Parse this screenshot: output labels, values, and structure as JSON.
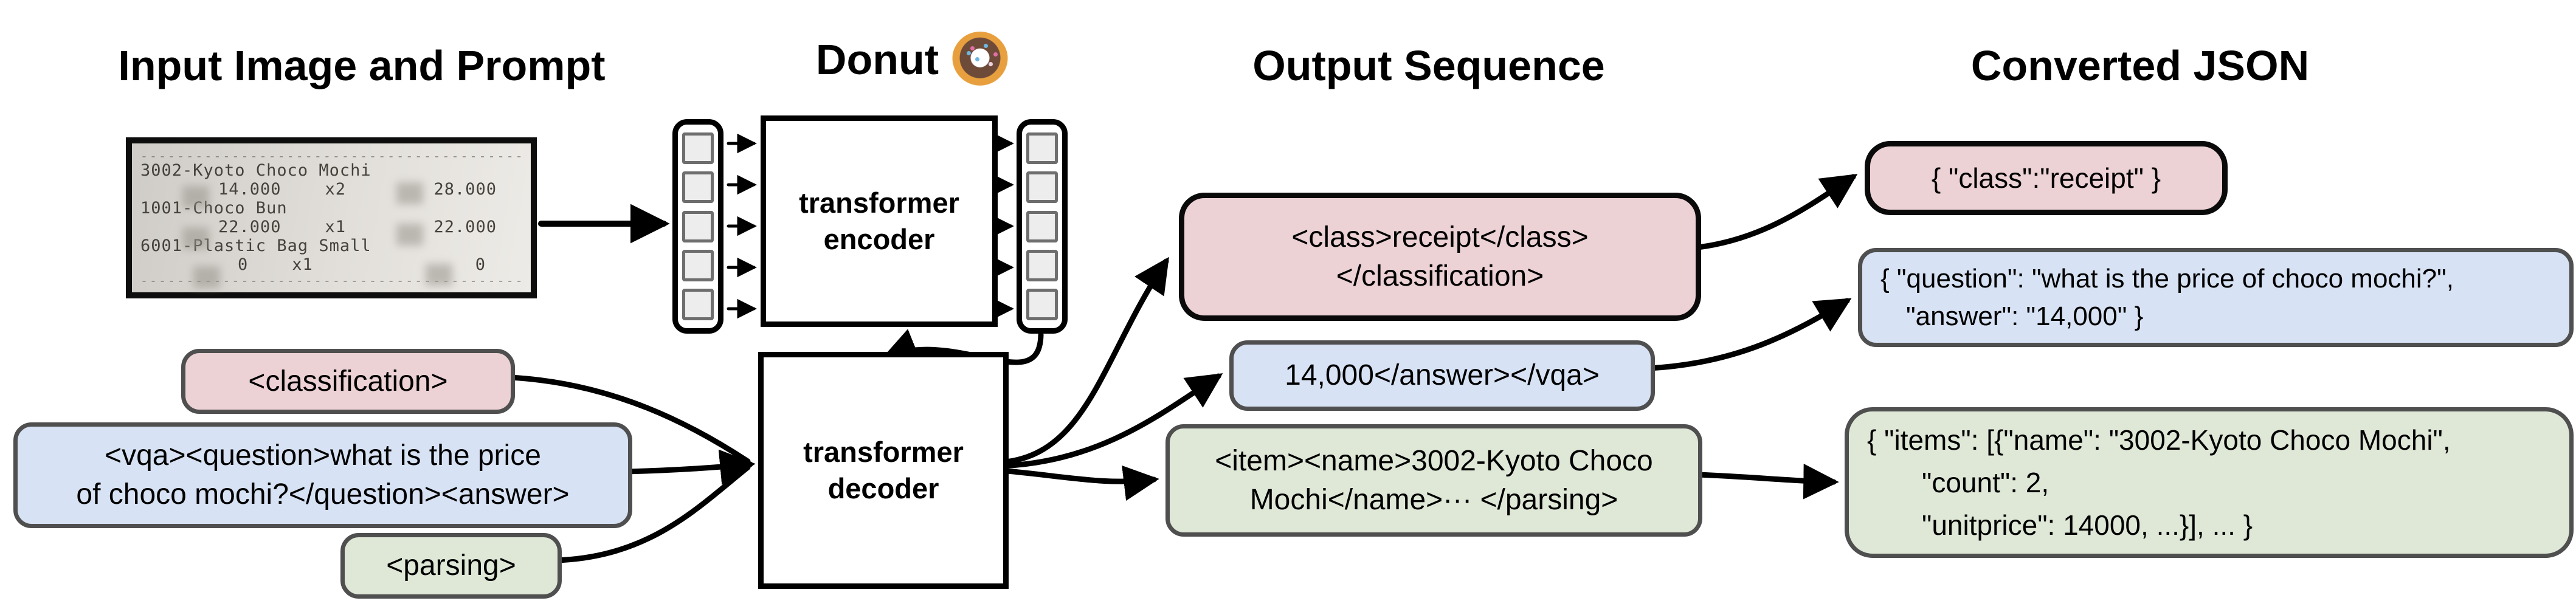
{
  "titles": {
    "input": "Input Image and Prompt",
    "model": "Donut",
    "output": "Output Sequence",
    "json": "Converted JSON"
  },
  "icons": {
    "donut": "🍩"
  },
  "receipt": {
    "divider": "-------------------------------------------------",
    "name1": "3002-Kyoto Choco Mochi",
    "price1": "14.000",
    "qty1": "x2",
    "total1": "28.000",
    "name2": "1001-Choco Bun",
    "price2": "22.000",
    "qty2": "x1",
    "total2": "22.000",
    "name3": "6001-Plastic Bag Small",
    "price3": "0",
    "qty3": "x1",
    "total3": "0"
  },
  "encoder": {
    "line1": "transformer",
    "line2": "encoder"
  },
  "decoder": {
    "line1": "transformer",
    "line2": "decoder"
  },
  "prompts": {
    "classification": "<classification>",
    "vqa_line1": "<vqa><question>what is the price",
    "vqa_line2": "of choco mochi?</question><answer>",
    "parsing": "<parsing>"
  },
  "outputs": {
    "classification_line1": "<class>receipt</class>",
    "classification_line2": "</classification>",
    "vqa": "14,000</answer></vqa>",
    "parsing_line1": "<item><name>3002-Kyoto Choco",
    "parsing_line2": "Mochi</name>··· </parsing>"
  },
  "json_outputs": {
    "classification": "{ \"class\":\"receipt\" }",
    "vqa_line1": "{ \"question\": \"what is the price of choco mochi?\",",
    "vqa_line2": "\"answer\": \"14,000\" }",
    "parsing_line1": "{ \"items\": [{\"name\": \"3002-Kyoto Choco Mochi\",",
    "parsing_line2": "\"count\": 2,",
    "parsing_line3": "\"unitprice\": 14000, ...}], ... }"
  },
  "colors": {
    "classification_fill": "#ecd1d5",
    "vqa_fill": "#d7e2f4",
    "parsing_fill": "#dfe8d7",
    "box_border_gray": "#4f4f4f",
    "box_border_black": "#0a0a0a",
    "arrow": "#000000",
    "patch_fill": "#ededed",
    "receipt_paper": "#e2dfda"
  }
}
